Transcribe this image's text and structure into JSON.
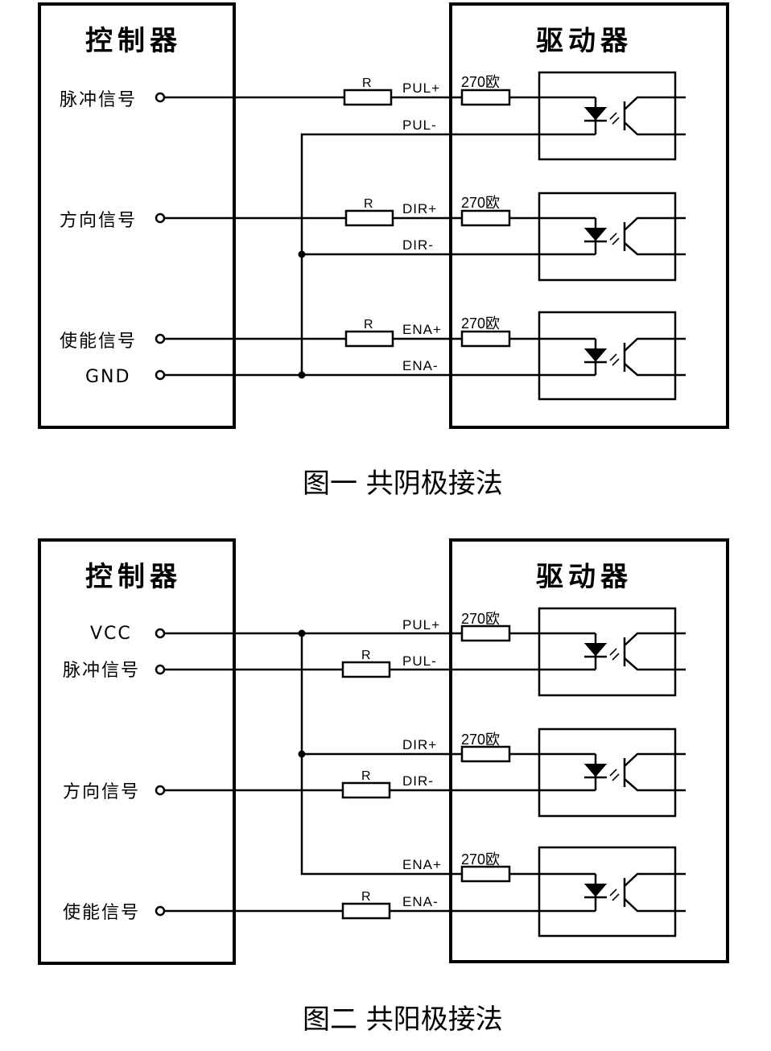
{
  "diagram1": {
    "controller_title": "控制器",
    "driver_title": "驱动器",
    "signals": [
      "脉冲信号",
      "方向信号",
      "使能信号",
      "GND"
    ],
    "pins": [
      "PUL+",
      "PUL-",
      "DIR+",
      "DIR-",
      "ENA+",
      "ENA-"
    ],
    "resistor_label": "R",
    "ohm_label": "270欧",
    "caption": "图一  共阴极接法"
  },
  "diagram2": {
    "controller_title": "控制器",
    "driver_title": "驱动器",
    "signals": [
      "VCC",
      "脉冲信号",
      "方向信号",
      "使能信号"
    ],
    "pins": [
      "PUL+",
      "PUL-",
      "DIR+",
      "DIR-",
      "ENA+",
      "ENA-"
    ],
    "resistor_label": "R",
    "ohm_label": "270欧",
    "caption": "图二  共阳极接法"
  }
}
